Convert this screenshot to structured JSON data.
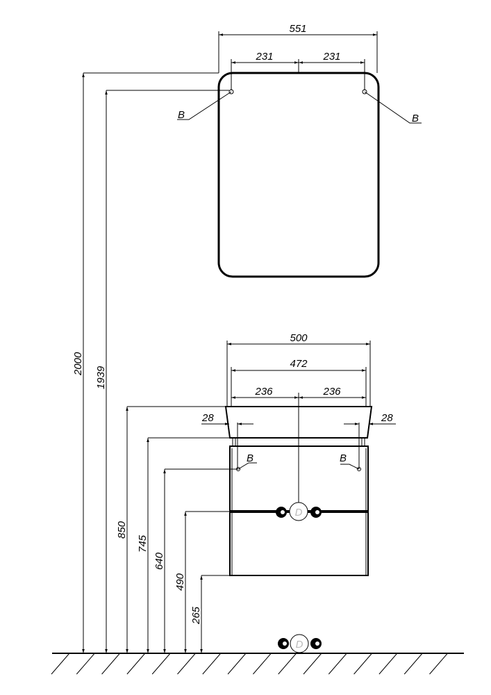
{
  "mirror": {
    "width_label": "551",
    "half_left_label": "231",
    "half_right_label": "231",
    "mount_left_label": "B",
    "mount_right_label": "B"
  },
  "vanity": {
    "width_label": "500",
    "inner_width_label": "472",
    "half_left_label": "236",
    "half_right_label": "236",
    "offset_left_label": "28",
    "offset_right_label": "28",
    "mount_left_label": "B",
    "mount_right_label": "B",
    "handle_label": "D"
  },
  "heights": {
    "h2000": "2000",
    "h1939": "1939",
    "h850": "850",
    "h745": "745",
    "h640": "640",
    "h490": "490",
    "h265": "265"
  },
  "floor": {
    "handle_label": "D"
  }
}
